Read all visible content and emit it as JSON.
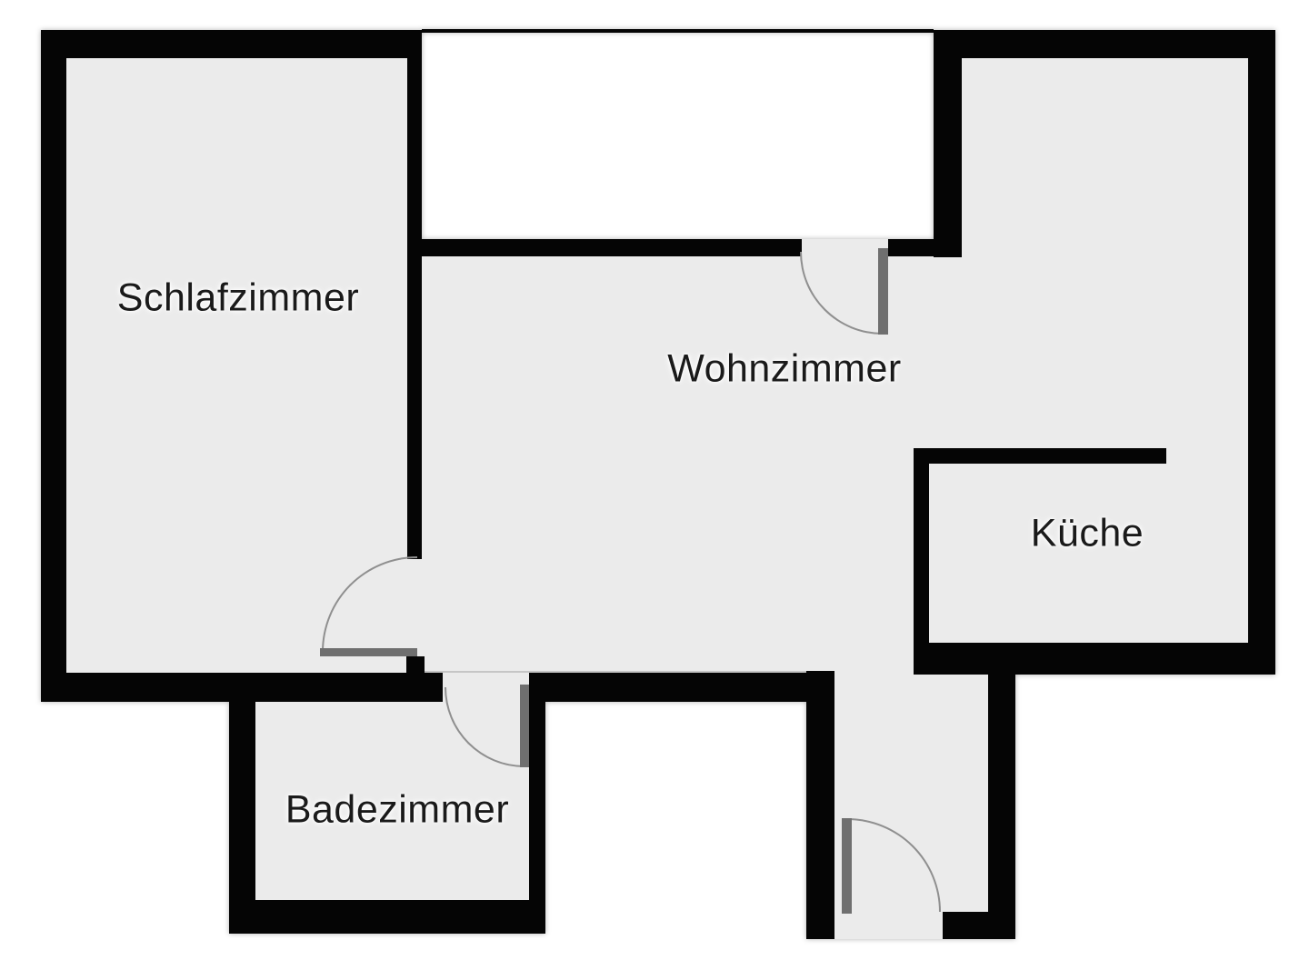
{
  "title": "Grundriss Wohnung (floor plan)",
  "colors": {
    "background": "#ffffff",
    "floor": "#ebebeb",
    "wall": "#050505",
    "door-leaf": "#6f6f6f",
    "door-arc": "#8f8f8f",
    "label": "#1a1a1a"
  },
  "rooms": {
    "schlafzimmer": {
      "label": "Schlafzimmer"
    },
    "wohnzimmer": {
      "label": "Wohnzimmer"
    },
    "kueche": {
      "label": "Küche"
    },
    "badezimmer": {
      "label": "Badezimmer"
    }
  },
  "doors": {
    "count": 4,
    "types": [
      "notch-to-wohnzimmer",
      "schlafzimmer",
      "badezimmer",
      "entrance"
    ]
  }
}
